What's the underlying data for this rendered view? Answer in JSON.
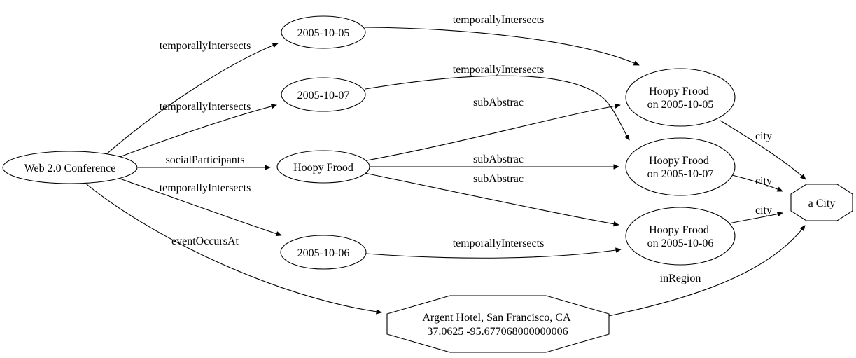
{
  "diagram": {
    "type": "directed-graph",
    "colors": {
      "background": "#ffffff",
      "line": "#000000",
      "text": "#000000"
    },
    "nodes": {
      "web20_conference": {
        "label": "Web 2.0 Conference",
        "shape": "ellipse"
      },
      "date_2005_10_05": {
        "label": "2005-10-05",
        "shape": "ellipse"
      },
      "date_2005_10_07": {
        "label": "2005-10-07",
        "shape": "ellipse"
      },
      "hoopy_frood": {
        "label": "Hoopy Frood",
        "shape": "ellipse"
      },
      "date_2005_10_06": {
        "label": "2005-10-06",
        "shape": "ellipse"
      },
      "hoopy_frood_on_05": {
        "line1": "Hoopy Frood",
        "line2": "on 2005-10-05",
        "shape": "ellipse"
      },
      "hoopy_frood_on_07": {
        "line1": "Hoopy Frood",
        "line2": "on 2005-10-07",
        "shape": "ellipse"
      },
      "hoopy_frood_on_06": {
        "line1": "Hoopy Frood",
        "line2": "on 2005-10-06",
        "shape": "ellipse"
      },
      "a_city": {
        "label": "a City",
        "shape": "octagon"
      },
      "argent_hotel": {
        "line1": "Argent Hotel, San Francisco, CA",
        "line2": "37.0625 -95.677068000000006",
        "shape": "octagon"
      }
    },
    "edges": [
      {
        "from": "web20_conference",
        "to": "date_2005_10_05",
        "label": "temporallyIntersects"
      },
      {
        "from": "web20_conference",
        "to": "date_2005_10_07",
        "label": "temporallyIntersects"
      },
      {
        "from": "web20_conference",
        "to": "hoopy_frood",
        "label": "socialParticipants"
      },
      {
        "from": "web20_conference",
        "to": "date_2005_10_06",
        "label": "temporallyIntersects"
      },
      {
        "from": "web20_conference",
        "to": "argent_hotel",
        "label": "eventOccursAt"
      },
      {
        "from": "date_2005_10_05",
        "to": "hoopy_frood_on_05",
        "label": "temporallyIntersects"
      },
      {
        "from": "date_2005_10_07",
        "to": "hoopy_frood_on_07",
        "label": "temporallyIntersects"
      },
      {
        "from": "hoopy_frood",
        "to": "hoopy_frood_on_05",
        "label": "subAbstrac"
      },
      {
        "from": "hoopy_frood",
        "to": "hoopy_frood_on_07",
        "label": "subAbstrac"
      },
      {
        "from": "hoopy_frood",
        "to": "hoopy_frood_on_06",
        "label": "subAbstrac"
      },
      {
        "from": "date_2005_10_06",
        "to": "hoopy_frood_on_06",
        "label": "temporallyIntersects"
      },
      {
        "from": "hoopy_frood_on_05",
        "to": "a_city",
        "label": "city"
      },
      {
        "from": "hoopy_frood_on_07",
        "to": "a_city",
        "label": "city"
      },
      {
        "from": "hoopy_frood_on_06",
        "to": "a_city",
        "label": "city"
      },
      {
        "from": "argent_hotel",
        "to": "a_city",
        "label": "inRegion"
      }
    ]
  }
}
